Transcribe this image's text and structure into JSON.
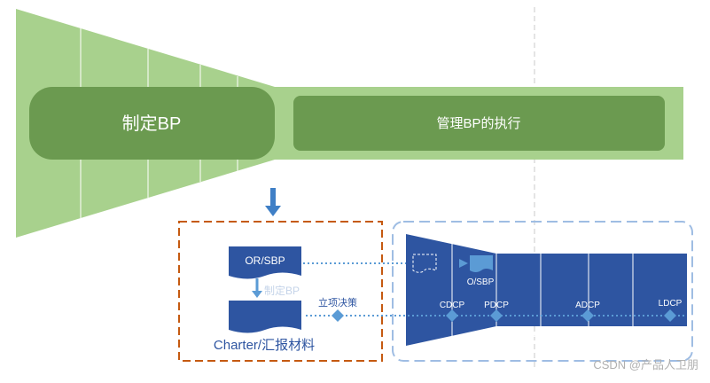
{
  "top": {
    "make_bp_label": "制定BP",
    "manage_bp_label": "管理BP的执行"
  },
  "left_box": {
    "or_sbp_label": "OR/SBP",
    "faded_label": "制定BP",
    "charter_label": "Charter/汇报材料",
    "decision_label": "立项决策"
  },
  "right_box": {
    "o_sbp_label": "O/SBP",
    "milestones": [
      "CDCP",
      "PDCP",
      "ADCP",
      "LDCP"
    ],
    "subtitle": "公众号：产品人卫朋"
  },
  "watermark": "CSDN @产品人卫朋",
  "colors": {
    "funnel_green": "#a8d18d",
    "bp_green": "#6b9a50",
    "orange_dashed": "#c55a11",
    "blue_dashed": "#7da7d9",
    "dark_blue": "#2e55a1",
    "link_blue": "#5b9bd5"
  }
}
